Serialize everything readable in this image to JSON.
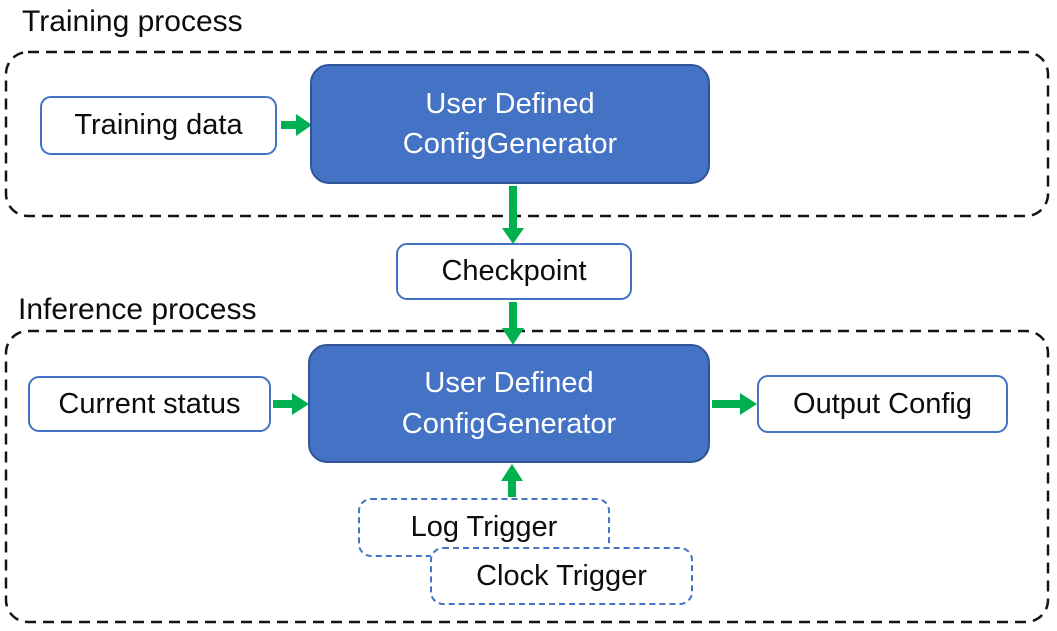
{
  "colors": {
    "accent_blue": "#4472C4",
    "accent_blue_dark": "#2F5597",
    "arrow_green": "#00B050",
    "outline_black": "#141414",
    "text_black": "#0d0d0d"
  },
  "training_section": {
    "title": "Training process",
    "input_box": "Training data",
    "generator_box": {
      "line1": "User Defined",
      "line2": "ConfigGenerator"
    }
  },
  "checkpoint_box": "Checkpoint",
  "inference_section": {
    "title": "Inference process",
    "input_box": "Current status",
    "generator_box": {
      "line1": "User Defined",
      "line2": "ConfigGenerator"
    },
    "output_box": "Output Config",
    "triggers": {
      "log": "Log Trigger",
      "clock": "Clock Trigger"
    }
  },
  "connections": [
    {
      "from": "Training data",
      "to": "User Defined ConfigGenerator (training)"
    },
    {
      "from": "User Defined ConfigGenerator (training)",
      "to": "Checkpoint"
    },
    {
      "from": "Checkpoint",
      "to": "User Defined ConfigGenerator (inference)"
    },
    {
      "from": "Current status",
      "to": "User Defined ConfigGenerator (inference)"
    },
    {
      "from": "User Defined ConfigGenerator (inference)",
      "to": "Output Config"
    },
    {
      "from": "Log Trigger / Clock Trigger",
      "to": "User Defined ConfigGenerator (inference)"
    }
  ]
}
